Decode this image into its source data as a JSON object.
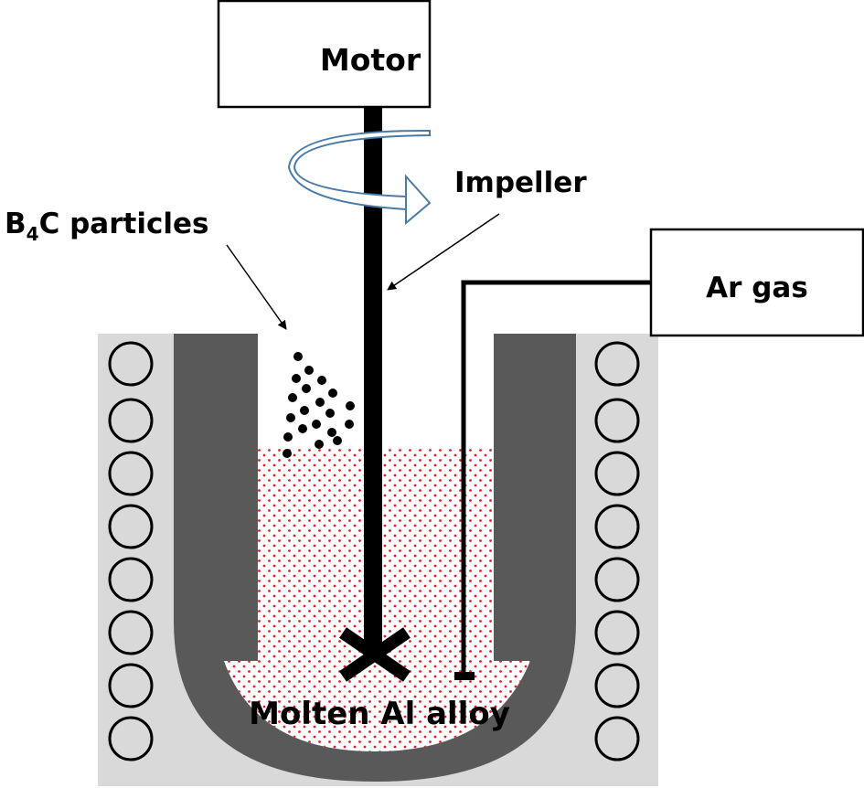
{
  "labels": {
    "motor": "Motor",
    "impeller": "Impeller",
    "particles_prefix": "B",
    "particles_sub": "4",
    "particles_suffix": "C particles",
    "ar_gas": "Ar gas",
    "melt": "Molten Al alloy"
  },
  "colors": {
    "furnace": "#d9d9d9",
    "crucible": "#595959",
    "melt_dots": "#e0202a",
    "rotation_arrow": "#4a7aa8"
  }
}
